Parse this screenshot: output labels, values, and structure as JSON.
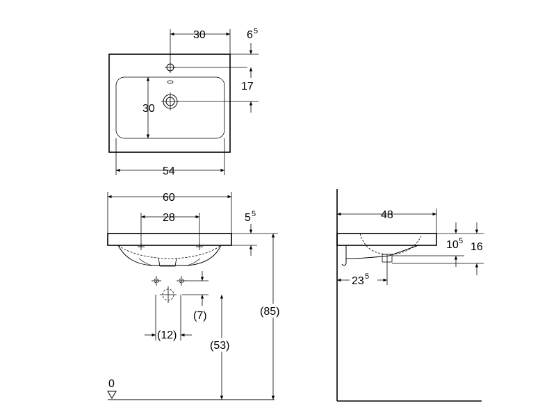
{
  "dimensions": {
    "top_width_faucet": "30",
    "top_edge_offset": "6",
    "top_edge_offset_sup": "5",
    "top_faucet_to_drain": "17",
    "top_bowl_depth": "30",
    "top_bowl_width": "54",
    "front_overall_width": "60",
    "front_mounting_spacing": "28",
    "front_rim_height": "5",
    "front_rim_height_sup": "5",
    "front_total_height": "(85)",
    "front_waste_offset": "(7)",
    "front_waste_spacing": "(12)",
    "front_waste_height": "(53)",
    "floor_datum": "0",
    "side_depth": "48",
    "side_rim": "10",
    "side_rim_sup": "5",
    "side_height": "16",
    "side_drain_offset": "23",
    "side_drain_offset_sup": "5"
  }
}
